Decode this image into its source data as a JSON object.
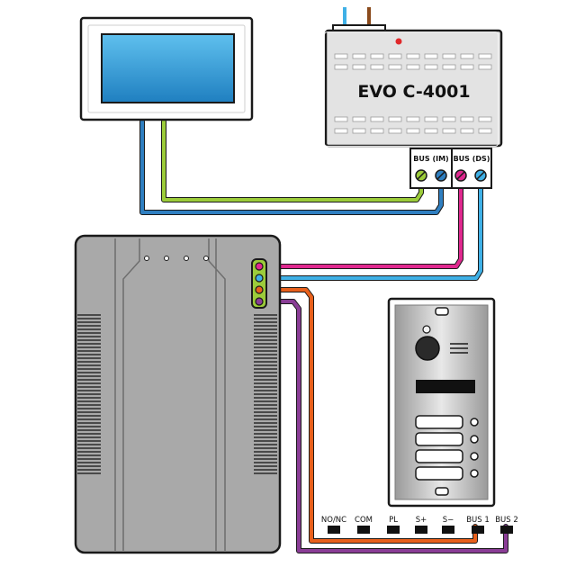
{
  "diagram": {
    "controller_label": "EVO C-4001",
    "bus_im_label": "BUS (IM)",
    "bus_ds_label": "BUS (DS)",
    "terminals": [
      {
        "label": "NO/NC"
      },
      {
        "label": "COM"
      },
      {
        "label": "PL"
      },
      {
        "label": "S+"
      },
      {
        "label": "S−"
      },
      {
        "label": "BUS 1"
      },
      {
        "label": "BUS 2"
      }
    ],
    "doorstation_buttons": 4,
    "colors": {
      "green": "#9ccc3a",
      "blue": "#2f7fc1",
      "light_blue": "#3fb0e6",
      "magenta": "#e0288f",
      "orange": "#e8601c",
      "purple": "#8a3d96",
      "panel_gray": "#a9a9a9",
      "screen_blue": "#3aa3d8"
    }
  }
}
